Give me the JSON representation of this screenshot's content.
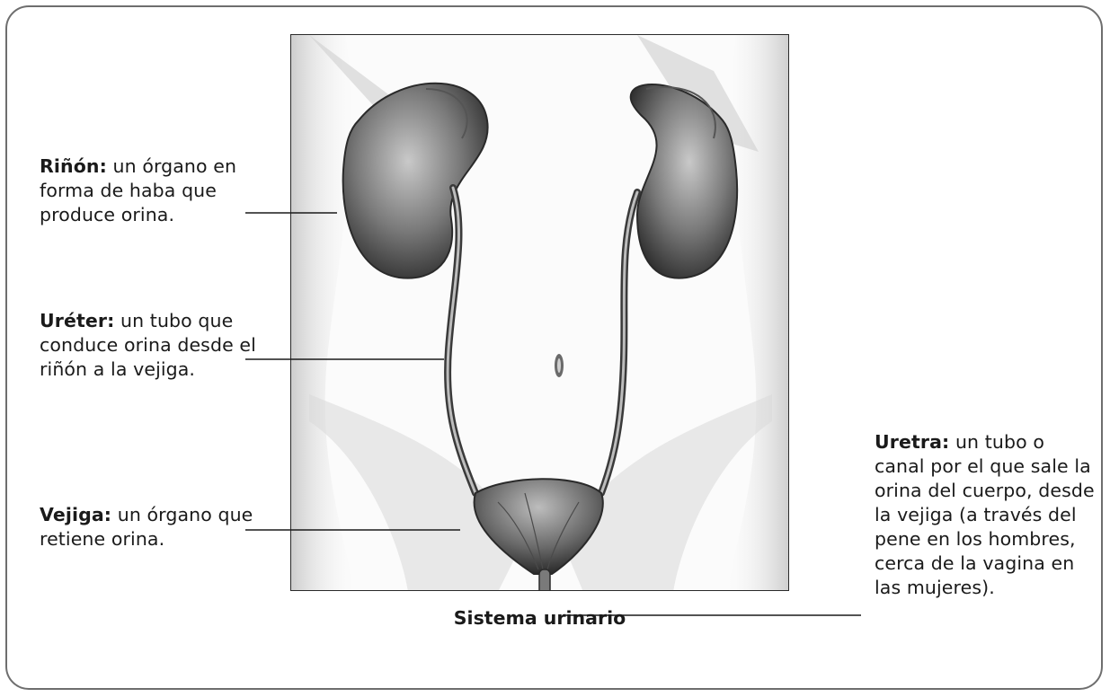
{
  "labels": {
    "kidney": {
      "term": "Riñón:",
      "text": "un órgano en forma de haba que produce orina."
    },
    "ureter": {
      "term": "Uréter:",
      "text": "un tubo que conduce orina desde el riñón a la vejiga."
    },
    "bladder": {
      "term": "Vejiga:",
      "text": "un órgano que retiene orina."
    },
    "urethra": {
      "term": "Uretra:",
      "text": "un tubo o canal por el que sale la orina del cuerpo, desde la vejiga (a través del pene en los hombres, cerca de la vagina en las mujeres)."
    }
  },
  "caption": "Sistema urinario",
  "colors": {
    "frame": "#6e6e6e",
    "ink": "#1a1a1a",
    "organ_dark": "#3a3a3a",
    "organ_mid": "#8a8a8a",
    "skin_shade": "#d6d6d6"
  }
}
